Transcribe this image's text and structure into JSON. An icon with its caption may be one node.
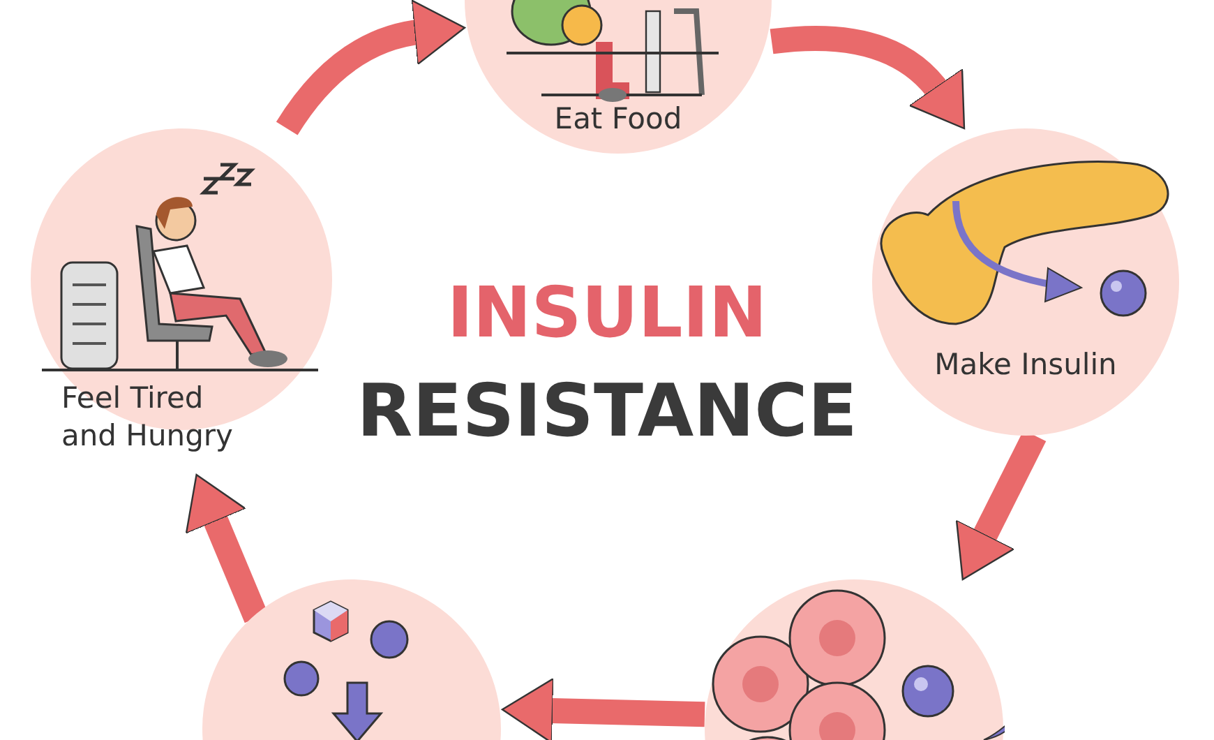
{
  "diagram": {
    "nodes": [
      {
        "text": [
          "Eat Food"
        ]
      },
      {
        "text": [
          "Make Insulin"
        ]
      },
      {
        "text": [],
        "shape": "picture"
      },
      {
        "text": [],
        "shape": "picture"
      },
      {
        "text": [
          "Feel Tired and Hungry"
        ]
      }
    ],
    "edges": [
      {
        "from": 0,
        "to": 1,
        "arrow": "to"
      },
      {
        "from": 1,
        "to": 3,
        "arrow": "to"
      },
      {
        "from": 3,
        "to": 2,
        "arrow": "to"
      },
      {
        "from": 2,
        "to": 4,
        "arrow": "to"
      },
      {
        "from": 4,
        "to": 0,
        "arrow": "to"
      }
    ],
    "labels": [
      "INSULIN",
      "RESISTANCE"
    ]
  }
}
